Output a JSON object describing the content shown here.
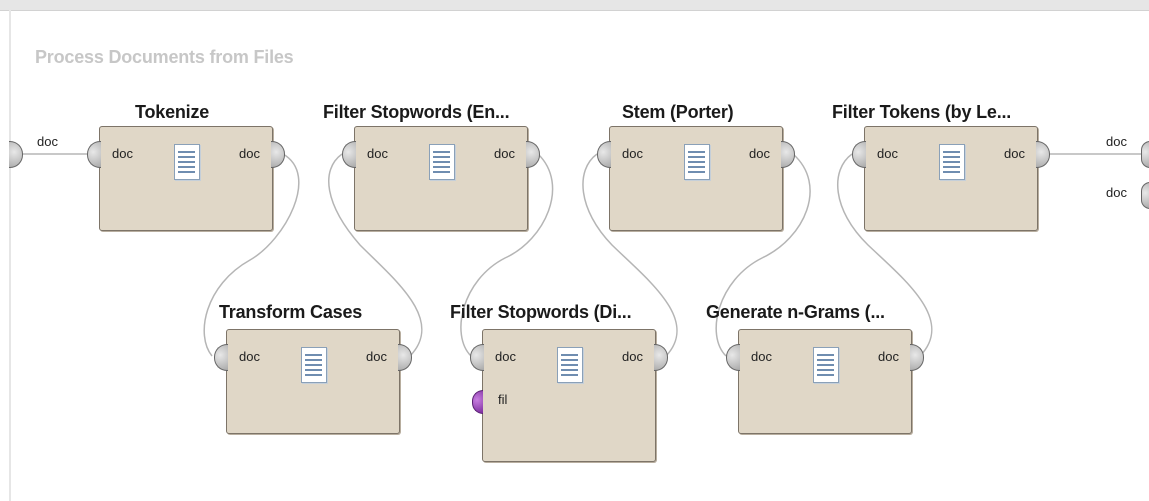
{
  "process": {
    "title": "Process Documents from Files",
    "input_port_label": "doc",
    "output_port_labels": [
      "doc",
      "doc"
    ]
  },
  "operators": [
    {
      "id": "tokenize",
      "title": "Tokenize",
      "ports": {
        "in": "doc",
        "out": "doc"
      }
    },
    {
      "id": "filter-stopwords-en",
      "title": "Filter Stopwords (En...",
      "ports": {
        "in": "doc",
        "out": "doc"
      }
    },
    {
      "id": "stem-porter",
      "title": "Stem (Porter)",
      "ports": {
        "in": "doc",
        "out": "doc"
      }
    },
    {
      "id": "filter-tokens-length",
      "title": "Filter Tokens (by Le...",
      "ports": {
        "in": "doc",
        "out": "doc"
      }
    },
    {
      "id": "transform-cases",
      "title": "Transform Cases",
      "ports": {
        "in": "doc",
        "out": "doc"
      }
    },
    {
      "id": "filter-stopwords-dict",
      "title": "Filter Stopwords (Di...",
      "ports": {
        "in": "doc",
        "out": "doc",
        "extra": "fil"
      }
    },
    {
      "id": "generate-ngrams",
      "title": "Generate n-Grams (...",
      "ports": {
        "in": "doc",
        "out": "doc"
      }
    }
  ],
  "icons": {
    "operator_icon": "document-icon",
    "port_icon": "port-connector-icon"
  },
  "colors": {
    "operator_fill": "#e0d7c7",
    "operator_border": "#7d7468",
    "process_title": "#c7c7c7",
    "wire": "#b5b5b5",
    "fil_port": "#8e3bb3"
  }
}
